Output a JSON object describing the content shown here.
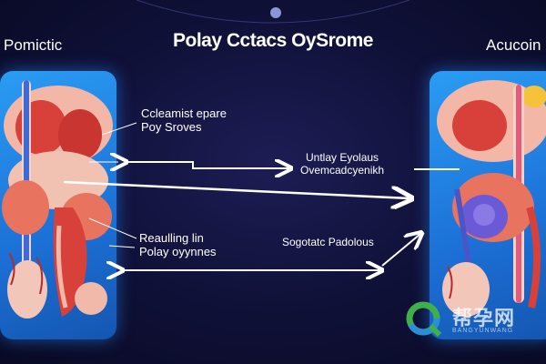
{
  "title": "Polay Cctacs OySrome",
  "left_heading": "Pomictic",
  "right_heading": "Acucoin",
  "labels": {
    "top_left_line1": "Ccleamist epare",
    "top_left_line2": "Poy Sroves",
    "center_line1": "Untlay Eyolaus",
    "center_line2": "Ovemcadcyenikh",
    "bottom_left_line1": "Reaulling lin",
    "bottom_left_line2": "Polay oyynnes",
    "bottom_right": "Sogotatc Padolous"
  },
  "watermark": {
    "text": "帮孕网",
    "sub": "BANGYUNWANG"
  },
  "colors": {
    "background": "#0f1036",
    "panel": "#1c70d6",
    "organ_red": "#d8403a",
    "organ_pink": "#f3b7a8",
    "vein_blue": "#4a56c8"
  }
}
